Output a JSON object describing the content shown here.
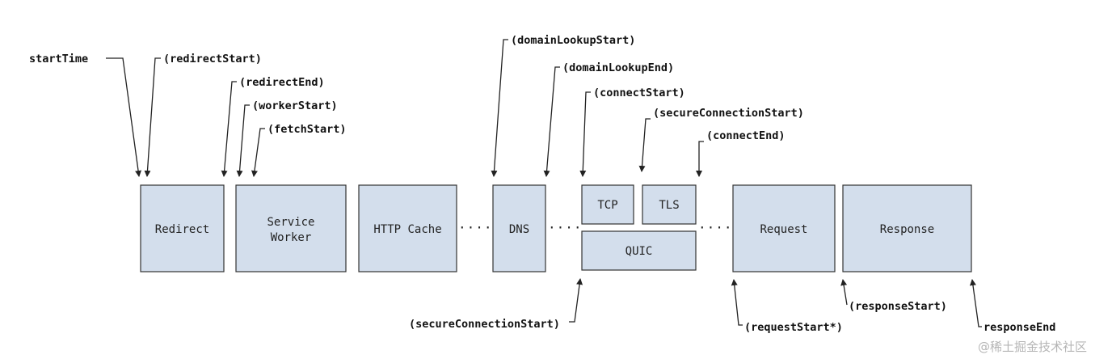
{
  "stages": {
    "redirect": "Redirect",
    "service_worker_line1": "Service",
    "service_worker_line2": "Worker",
    "http_cache": "HTTP Cache",
    "dns": "DNS",
    "tcp": "TCP",
    "tls": "TLS",
    "quic": "QUIC",
    "request": "Request",
    "response": "Response"
  },
  "separators": {
    "after_http_cache": "····",
    "after_dns": "····",
    "after_quic": "····"
  },
  "timings": {
    "start_time": "startTime",
    "redirect_start": "(redirectStart)",
    "redirect_end": "(redirectEnd)",
    "worker_start": "(workerStart)",
    "fetch_start": "(fetchStart)",
    "domain_lookup_start": "(domainLookupStart)",
    "domain_lookup_end": "(domainLookupEnd)",
    "connect_start": "(connectStart)",
    "secure_connection_start_top": "(secureConnectionStart)",
    "connect_end": "(connectEnd)",
    "secure_connection_start_bottom": "(secureConnectionStart)",
    "request_start": "(requestStart*)",
    "response_start": "(responseStart)",
    "response_end": "responseEnd"
  },
  "watermark": "@稀土掘金技术社区"
}
